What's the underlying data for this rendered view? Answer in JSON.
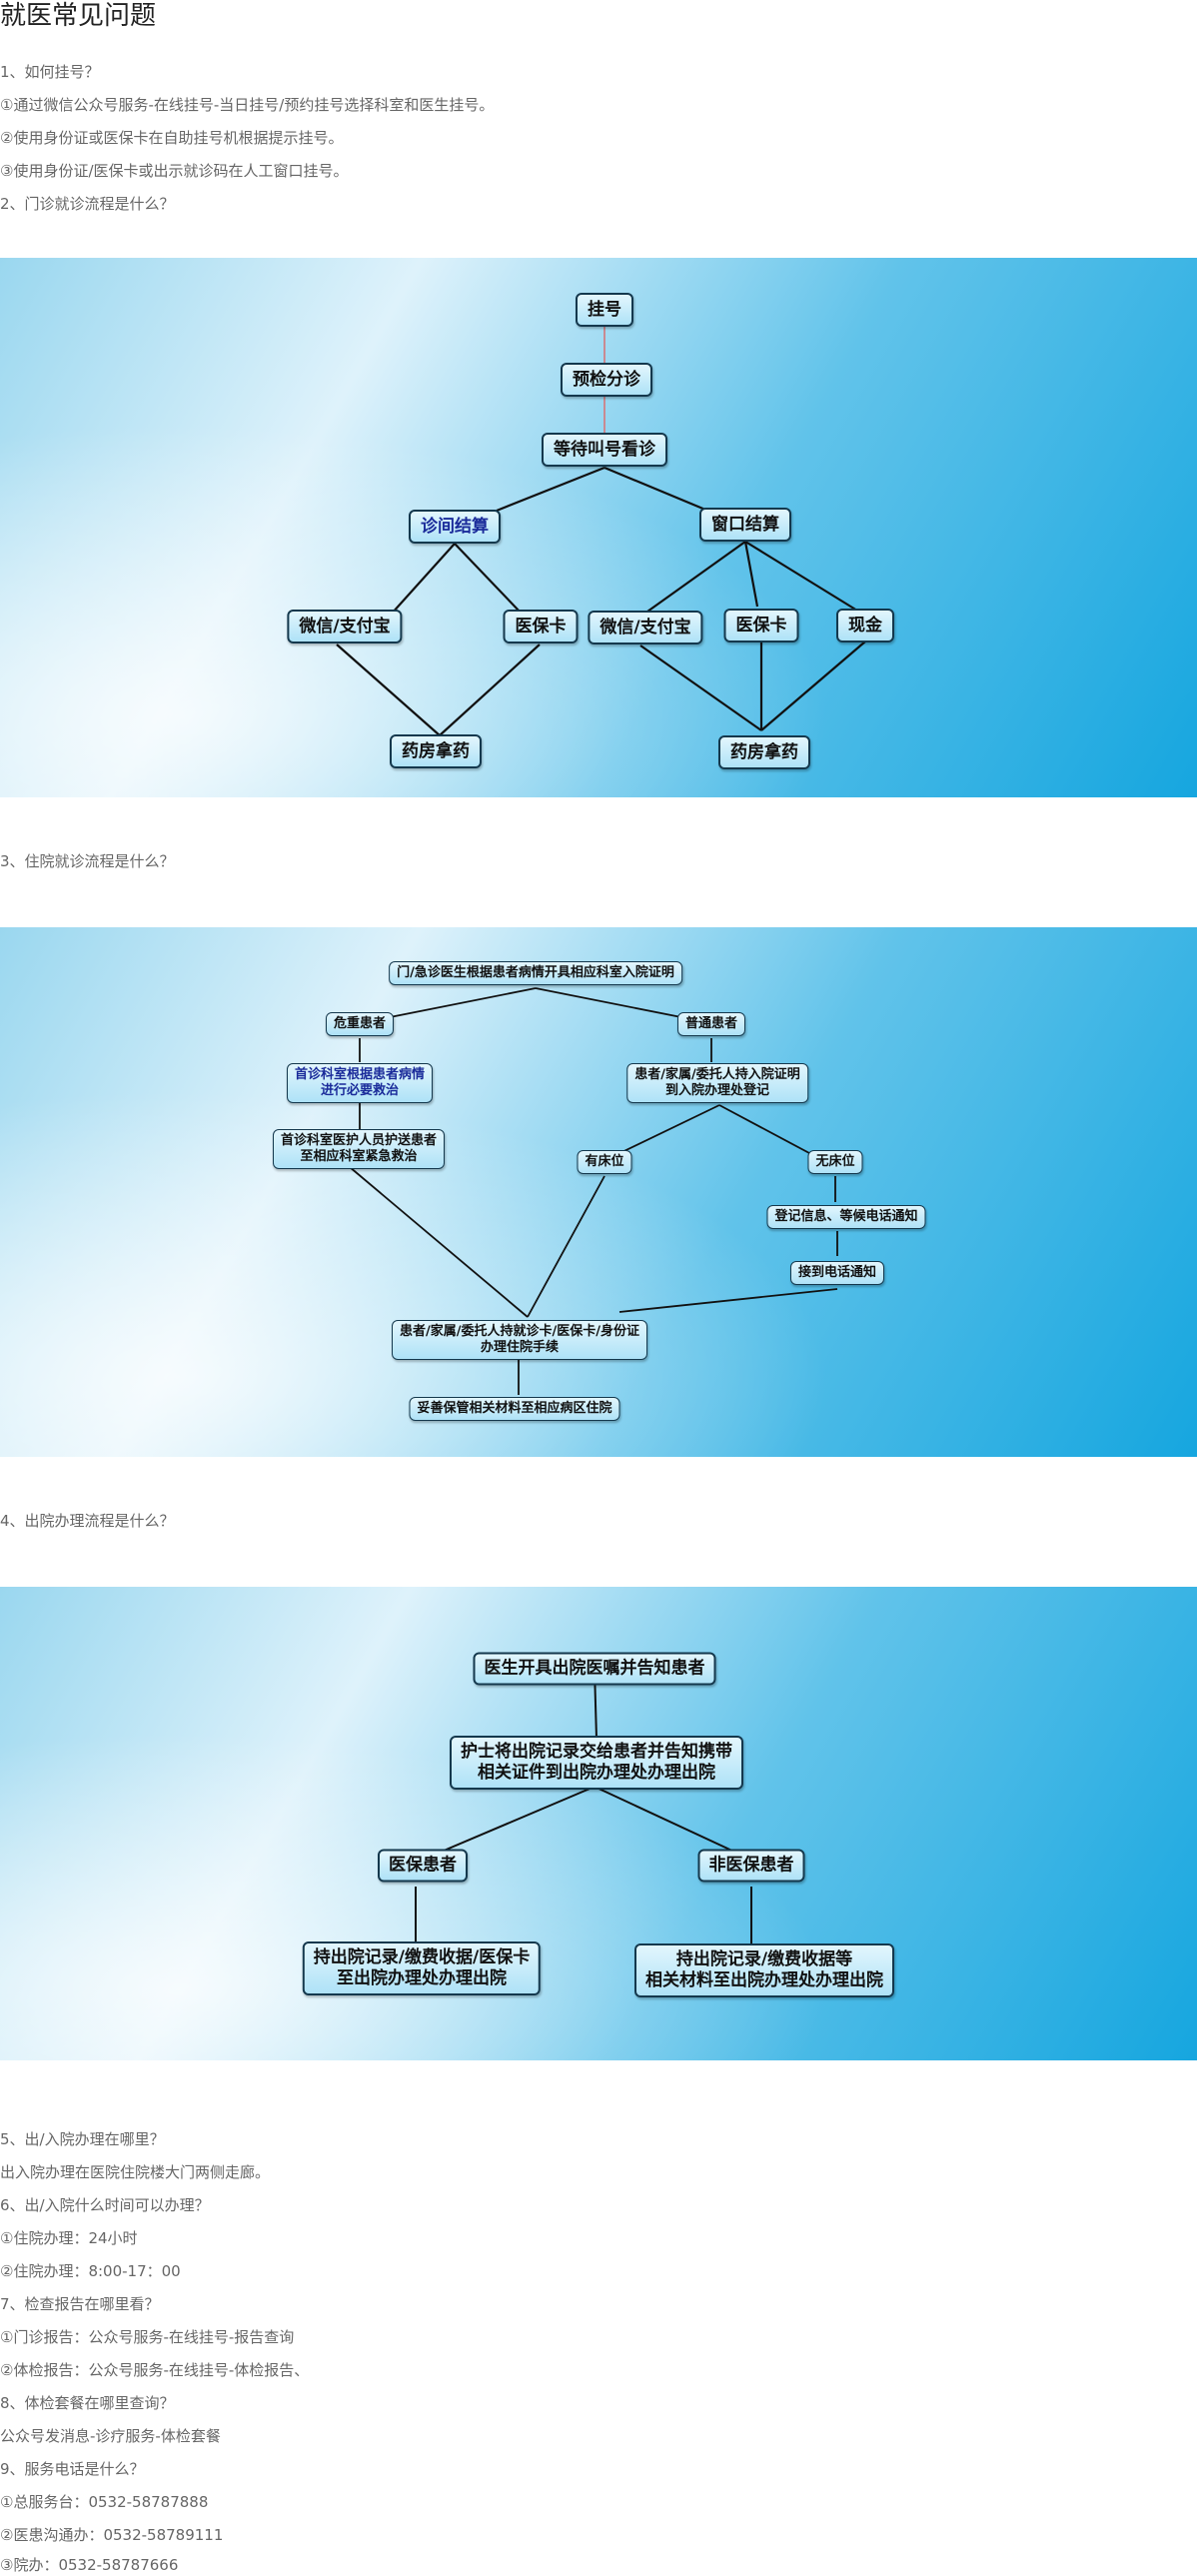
{
  "page_title": "就医常见问题",
  "faq_top": [
    "1、如何挂号？",
    "①通过微信公众号服务-在线挂号-当日挂号/预约挂号选择科室和医生挂号。",
    "②使用身份证或医保卡在自助挂号机根据提示挂号。",
    "③使用身份证/医保卡或出示就诊码在人工窗口挂号。",
    "2、门诊就诊流程是什么？"
  ],
  "q3": "3、住院就诊流程是什么？",
  "q4": "4、出院办理流程是什么？",
  "faq_bottom": [
    "5、出/入院办理在哪里？",
    "出入院办理在医院住院楼大门两侧走廊。",
    "6、出/入院什么时间可以办理？",
    "①住院办理：24小时",
    "②住院办理：8:00-17：00",
    "7、检查报告在哪里看？",
    "①门诊报告：公众号服务-在线挂号-报告查询",
    "②体检报告：公众号服务-在线挂号-体检报告、",
    "8、体检套餐在哪里查询？",
    "公众号发消息-诊疗服务-体检套餐",
    "9、服务电话是什么？",
    "①总服务台：0532-58787888",
    "②医患沟通办：0532-58789111",
    "③院办：0532-58787666"
  ],
  "outpatient_flow": {
    "register": "挂号",
    "triage": "预检分诊",
    "wait": "等待叫号看诊",
    "clinic_settle": "诊间结算",
    "window_settle": "窗口结算",
    "wechat_alipay_1": "微信/支付宝",
    "insurance_card_1": "医保卡",
    "wechat_alipay_2": "微信/支付宝",
    "insurance_card_2": "医保卡",
    "cash": "现金",
    "pharmacy_1": "药房拿药",
    "pharmacy_2": "药房拿药"
  },
  "inpatient_flow": {
    "doctor_cert": "门/急诊医生根据患者病情开具相应科室入院证明",
    "critical": "危重患者",
    "ordinary": "普通患者",
    "first_dept_rescue": "首诊科室根据患者病情\n进行必要救治",
    "escort": "首诊科室医护人员护送患者\n至相应科室紧急救治",
    "family_register": "患者/家属/委托人持入院证明\n到入院办理处登记",
    "bed_available": "有床位",
    "no_bed": "无床位",
    "register_wait": "登记信息、等候电话通知",
    "call_received": "接到电话通知",
    "admission": "患者/家属/委托人持就诊卡/医保卡/身份证\n办理住院手续",
    "keep_materials": "妥善保管相关材料至相应病区住院"
  },
  "discharge_flow": {
    "doctor_order": "医生开具出院医嘱并告知患者",
    "nurse_record": "护士将出院记录交给患者并告知携带\n相关证件到出院办理处办理出院",
    "insured": "医保患者",
    "uninsured": "非医保患者",
    "insured_steps": "持出院记录/缴费收据/医保卡\n至出院办理处办理出院",
    "uninsured_steps": "持出院记录/缴费收据等\n相关材料至出院办理处办理出院"
  },
  "colors": {
    "node_border": "#14384d",
    "edge": "#111111",
    "edge_pink": "#c98a92",
    "diagram_blue": "#16a6df",
    "diagram_light": "#def2fb"
  }
}
